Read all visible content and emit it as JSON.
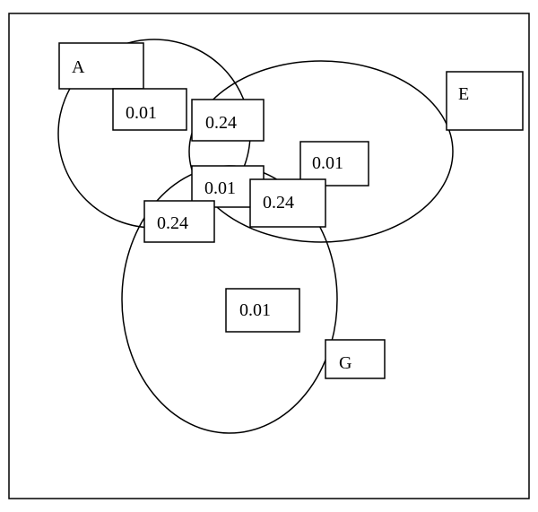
{
  "sets": [
    {
      "id": "A",
      "label": "A"
    },
    {
      "id": "E",
      "label": "E"
    },
    {
      "id": "G",
      "label": "G"
    }
  ],
  "regions": [
    {
      "sets": [
        "A"
      ],
      "label": "0.01"
    },
    {
      "sets": [
        "A",
        "E"
      ],
      "label": "0.24"
    },
    {
      "sets": [
        "A",
        "E",
        "G"
      ],
      "label": "0.01"
    },
    {
      "sets": [
        "E"
      ],
      "label": "0.01"
    },
    {
      "sets": [
        "E",
        "G"
      ],
      "label": "0.24"
    },
    {
      "sets": [
        "A",
        "G"
      ],
      "label": "0.24"
    },
    {
      "sets": [
        "G"
      ],
      "label": "0.01"
    }
  ]
}
